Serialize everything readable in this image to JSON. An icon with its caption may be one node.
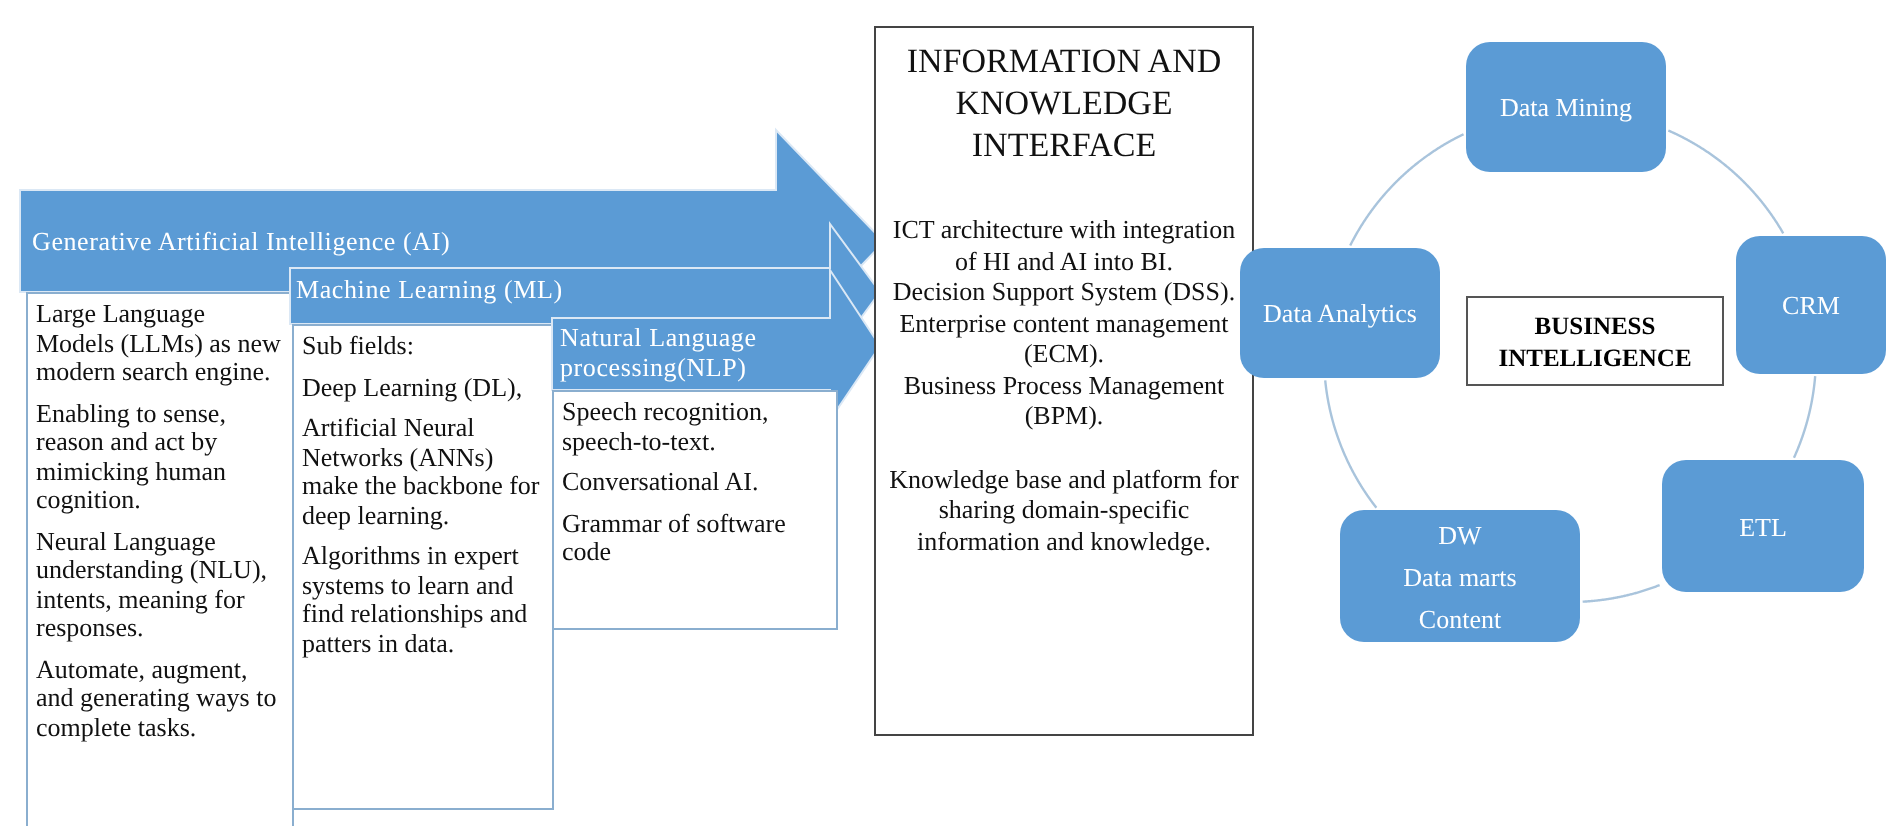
{
  "diagram": {
    "nodes": [
      {
        "text": [
          "Generative Artificial Intelligence (AI)"
        ]
      },
      {
        "text": [
          "Large Language Models (LLMs) as new modern search engine.",
          "Enabling to sense, reason and act by mimicking human cognition.",
          "Neural Language understanding (NLU), intents, meaning for responses.",
          "Automate, augment, and generating ways to complete tasks."
        ]
      },
      {
        "text": [
          "Machine Learning (ML)"
        ]
      },
      {
        "text": [
          "Sub fields:",
          "Deep Learning (DL),",
          "Artificial Neural Networks (ANNs) make the backbone for deep learning.",
          "Algorithms in expert systems to learn and find relationships and patters in data."
        ]
      },
      {
        "text": [
          "Natural Language processing(NLP)"
        ]
      },
      {
        "text": [
          "Speech recognition, speech-to-text.",
          "Conversational AI.",
          "Grammar of software code"
        ]
      },
      {
        "text": [
          "INFORMATION AND KNOWLEDGE INTERFACE",
          "ICT architecture with integration of HI and AI into BI.",
          "Decision Support System (DSS).",
          "Enterprise content management (ECM).",
          "Business Process Management (BPM).",
          "Knowledge base and platform for sharing domain-specific information and knowledge."
        ]
      },
      {
        "text": [
          "Data Mining"
        ]
      },
      {
        "text": [
          "CRM"
        ]
      },
      {
        "text": [
          "ETL"
        ]
      },
      {
        "text": [
          "DW",
          "Data marts",
          "Content"
        ]
      },
      {
        "text": [
          "Data Analytics"
        ]
      },
      {
        "text": [
          "BUSINESS INTELLIGENCE"
        ]
      }
    ],
    "edges": [
      {
        "from": 7,
        "to": 8,
        "arrow": "none"
      },
      {
        "from": 8,
        "to": 9,
        "arrow": "none"
      },
      {
        "from": 9,
        "to": 10,
        "arrow": "none"
      },
      {
        "from": 10,
        "to": 11,
        "arrow": "none"
      },
      {
        "from": 11,
        "to": 7,
        "arrow": "none"
      }
    ]
  }
}
